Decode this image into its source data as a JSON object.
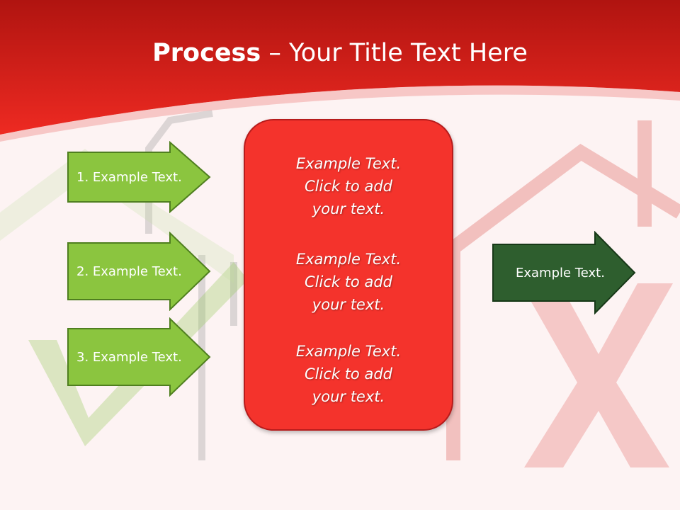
{
  "slide": {
    "title_bold": "Process",
    "title_rest": " – Your Title Text Here"
  },
  "arrows": [
    {
      "label": "1. Example Text."
    },
    {
      "label": "2. Example Text."
    },
    {
      "label": "3. Example Text."
    }
  ],
  "center_box": {
    "paragraphs": [
      {
        "line1": "Example Text.",
        "line2": "Click  to add",
        "line3": "your text."
      },
      {
        "line1": "Example Text.",
        "line2": "Click  to add",
        "line3": "your text."
      },
      {
        "line1": "Example Text.",
        "line2": "Click  to add",
        "line3": "your text."
      }
    ]
  },
  "output_arrow": {
    "label": "Example Text."
  },
  "colors": {
    "header_red": "#e8231c",
    "arrow_green": "#8bc53f",
    "arrow_dark_green": "#2e5e2e",
    "box_red": "#f4332c"
  }
}
